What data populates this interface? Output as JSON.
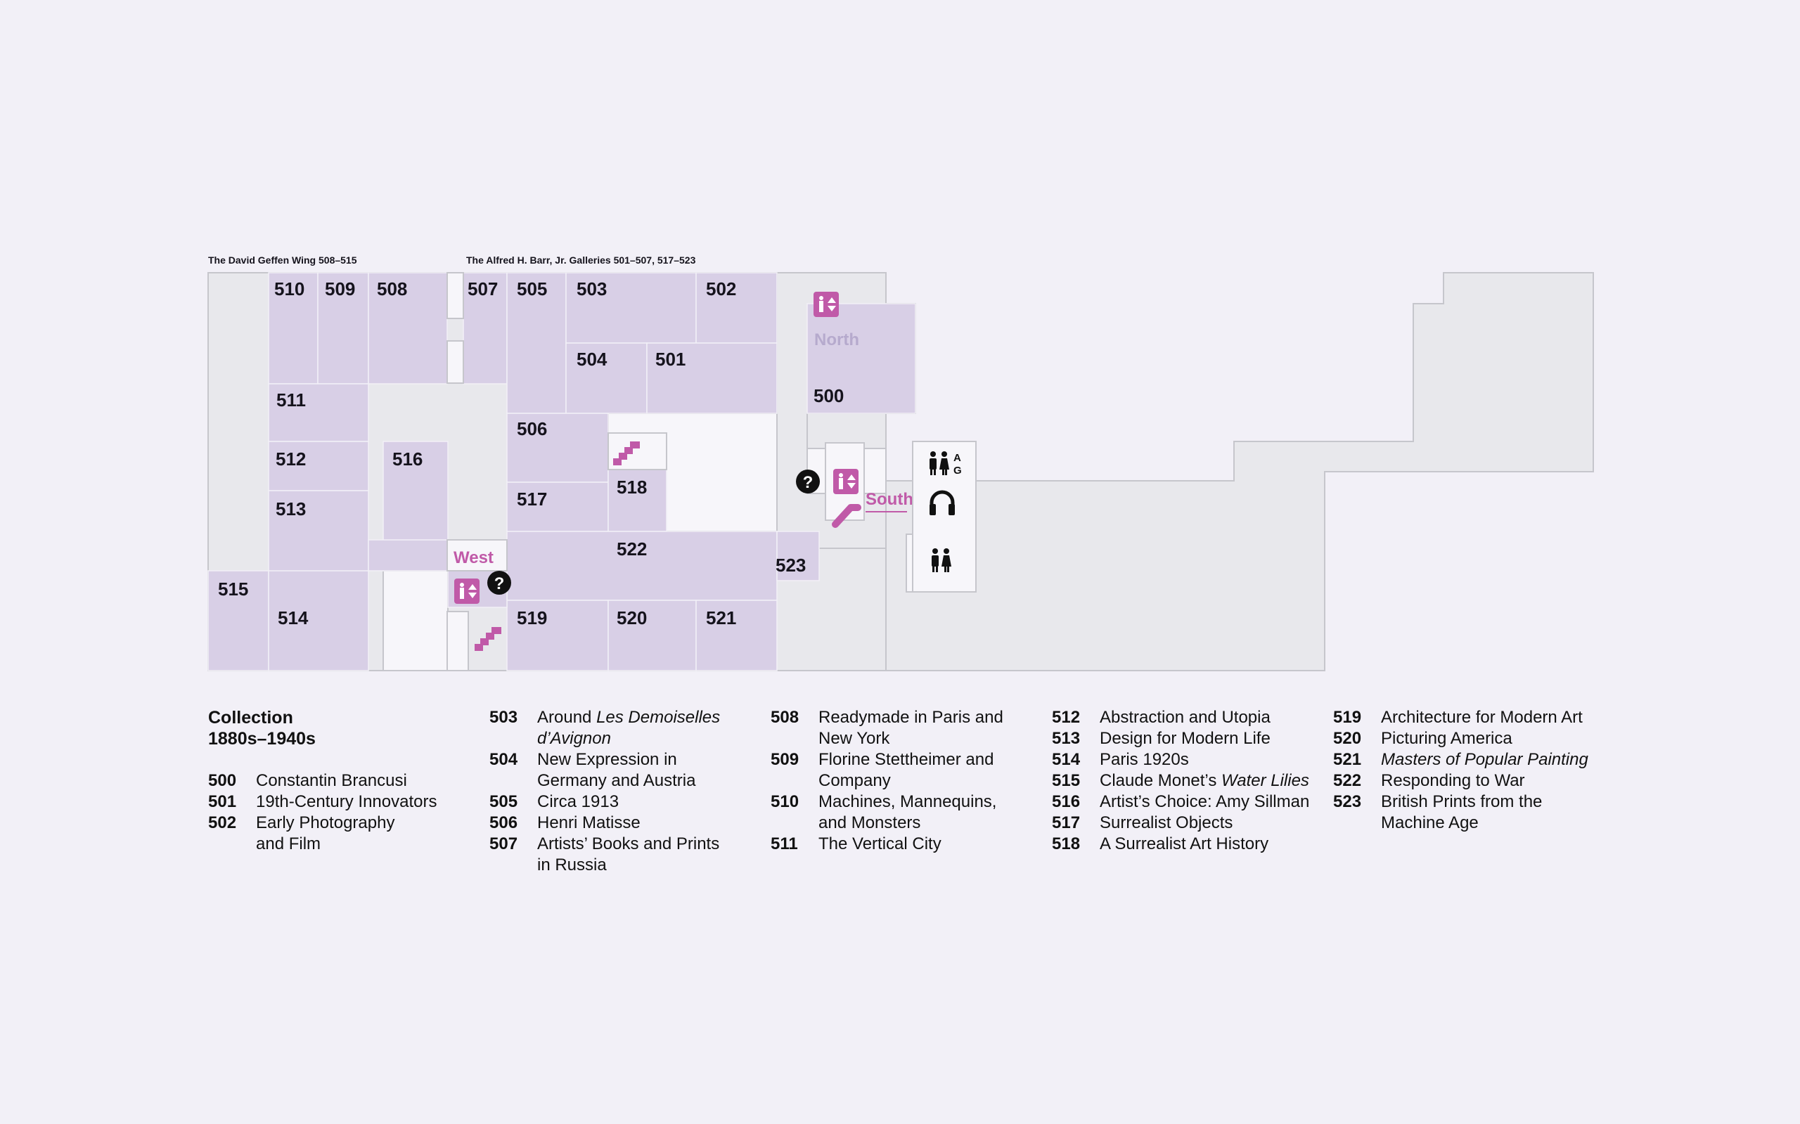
{
  "wings": {
    "geffen": "The David Geffen Wing 508–515",
    "barr": "The Alfred H. Barr, Jr. Galleries 501–507, 517–523"
  },
  "rooms": [
    "500",
    "501",
    "502",
    "503",
    "504",
    "505",
    "506",
    "507",
    "508",
    "509",
    "510",
    "511",
    "512",
    "513",
    "514",
    "515",
    "516",
    "517",
    "518",
    "519",
    "520",
    "521",
    "522",
    "523"
  ],
  "directions": {
    "north": "North",
    "south": "South",
    "west": "West"
  },
  "info_symbol": "?",
  "restroom_ag_letters": [
    "A",
    "G"
  ],
  "icons": [
    "elevator-icon",
    "stairs-icon",
    "escalator-icon",
    "info-icon",
    "restroom-icon",
    "all-gender-restroom-icon",
    "audio-guide-icon"
  ],
  "colors": {
    "gallery": "#d8cfe6",
    "floor": "#e8e8ec",
    "background": "#f2f0f7",
    "accent": "#c05aa8",
    "north_label": "#b6aacd",
    "wall": "#c6c6cc"
  },
  "legend": {
    "heading": [
      "Collection",
      "1880s–1940s"
    ],
    "columns": [
      [
        {
          "num": "500",
          "name": [
            "Constantin Brancusi"
          ]
        },
        {
          "num": "501",
          "name": [
            "19th-Century Innovators"
          ]
        },
        {
          "num": "502",
          "name": [
            "Early Photography",
            "and Film"
          ]
        }
      ],
      [
        {
          "num": "503",
          "name": [
            "Around ",
            "Les Demoiselles",
            "d’Avignon"
          ]
        },
        {
          "num": "504",
          "name": [
            "New Expression in",
            "Germany and Austria"
          ]
        },
        {
          "num": "505",
          "name": [
            "Circa 1913"
          ]
        },
        {
          "num": "506",
          "name": [
            "Henri Matisse"
          ]
        },
        {
          "num": "507",
          "name": [
            "Artists’ Books and Prints",
            "in Russia"
          ]
        }
      ],
      [
        {
          "num": "508",
          "name": [
            "Readymade in Paris and",
            "New York"
          ]
        },
        {
          "num": "509",
          "name": [
            "Florine Stettheimer and",
            "Company"
          ]
        },
        {
          "num": "510",
          "name": [
            "Machines, Mannequins,",
            "and Monsters"
          ]
        },
        {
          "num": "511",
          "name": [
            "The Vertical City"
          ]
        }
      ],
      [
        {
          "num": "512",
          "name": [
            "Abstraction and Utopia"
          ]
        },
        {
          "num": "513",
          "name": [
            "Design for Modern Life"
          ]
        },
        {
          "num": "514",
          "name": [
            "Paris 1920s"
          ]
        },
        {
          "num": "515",
          "name": [
            "Claude Monet’s ",
            "Water Lilies"
          ]
        },
        {
          "num": "516",
          "name": [
            "Artist’s Choice: Amy Sillman"
          ]
        },
        {
          "num": "517",
          "name": [
            "Surrealist Objects"
          ]
        },
        {
          "num": "518",
          "name": [
            "A Surrealist Art History"
          ]
        }
      ],
      [
        {
          "num": "519",
          "name": [
            "Architecture for Modern Art"
          ]
        },
        {
          "num": "520",
          "name": [
            "Picturing America"
          ]
        },
        {
          "num": "521",
          "name": [
            "Masters of Popular Painting"
          ]
        },
        {
          "num": "522",
          "name": [
            "Responding to War"
          ]
        },
        {
          "num": "523",
          "name": [
            "British Prints from the",
            "Machine Age"
          ]
        }
      ]
    ]
  }
}
